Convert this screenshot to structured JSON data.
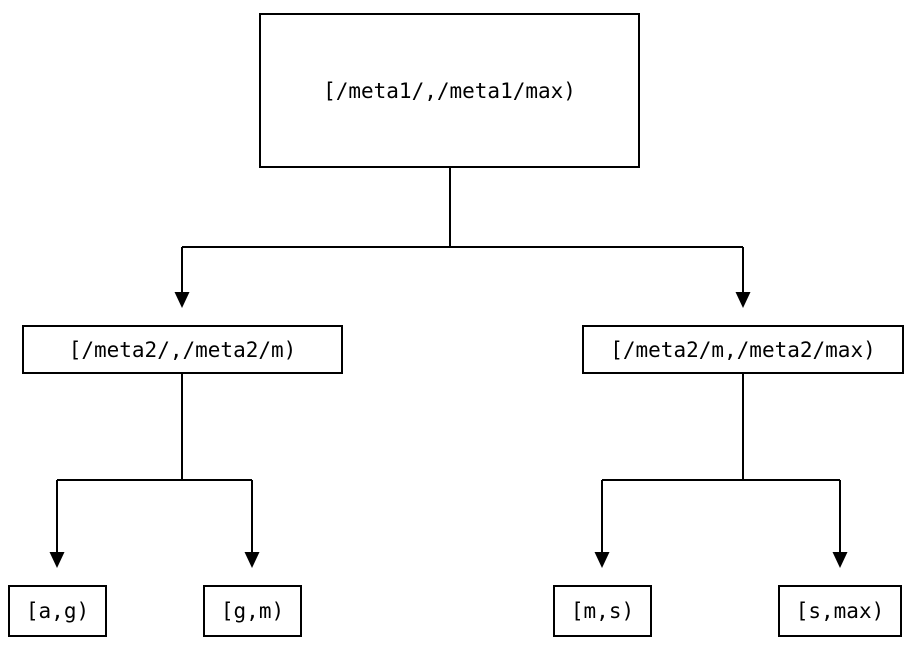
{
  "diagram": {
    "type": "tree",
    "colors": {
      "background": "#ffffff",
      "line": "#000000",
      "node_fill": "#ffffff",
      "text": "#000000"
    },
    "nodes": {
      "root": {
        "label": "[/meta1/,/meta1/max)"
      },
      "mid_left": {
        "label": "[/meta2/,/meta2/m)"
      },
      "mid_right": {
        "label": "[/meta2/m,/meta2/max)"
      },
      "leaf_ag": {
        "label": "[a,g)"
      },
      "leaf_gm": {
        "label": "[g,m)"
      },
      "leaf_ms": {
        "label": "[m,s)"
      },
      "leaf_smax": {
        "label": "[s,max)"
      }
    },
    "edges": [
      {
        "from": "root",
        "to": "mid_left"
      },
      {
        "from": "root",
        "to": "mid_right"
      },
      {
        "from": "mid_left",
        "to": "leaf_ag"
      },
      {
        "from": "mid_left",
        "to": "leaf_gm"
      },
      {
        "from": "mid_right",
        "to": "leaf_ms"
      },
      {
        "from": "mid_right",
        "to": "leaf_smax"
      }
    ]
  }
}
